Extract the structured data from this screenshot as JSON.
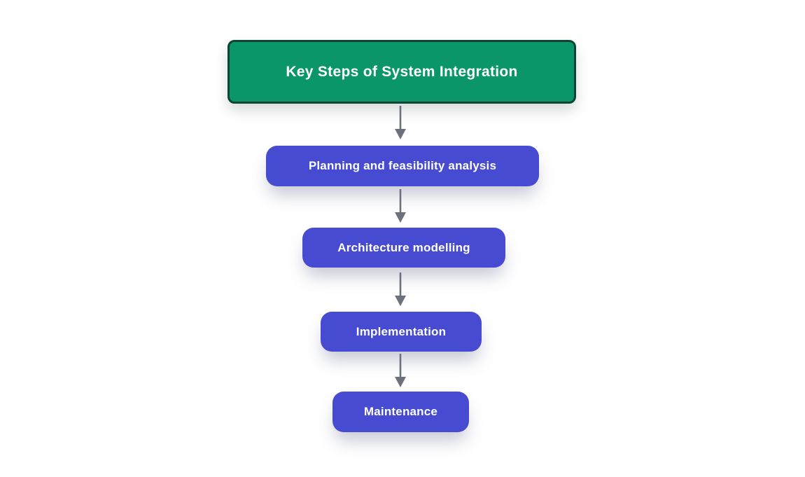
{
  "diagram": {
    "title": "Key Steps of System Integration",
    "steps": [
      {
        "label": "Planning and feasibility analysis"
      },
      {
        "label": "Architecture modelling"
      },
      {
        "label": "Implementation"
      },
      {
        "label": "Maintenance"
      }
    ],
    "arrow_icon": "arrow-down",
    "colors": {
      "background": "#ffffff",
      "header_fill": "#0a9669",
      "header_border": "#0d4433",
      "step_fill": "#474bd1",
      "arrow": "#6e707e",
      "text": "#ffffff"
    }
  }
}
